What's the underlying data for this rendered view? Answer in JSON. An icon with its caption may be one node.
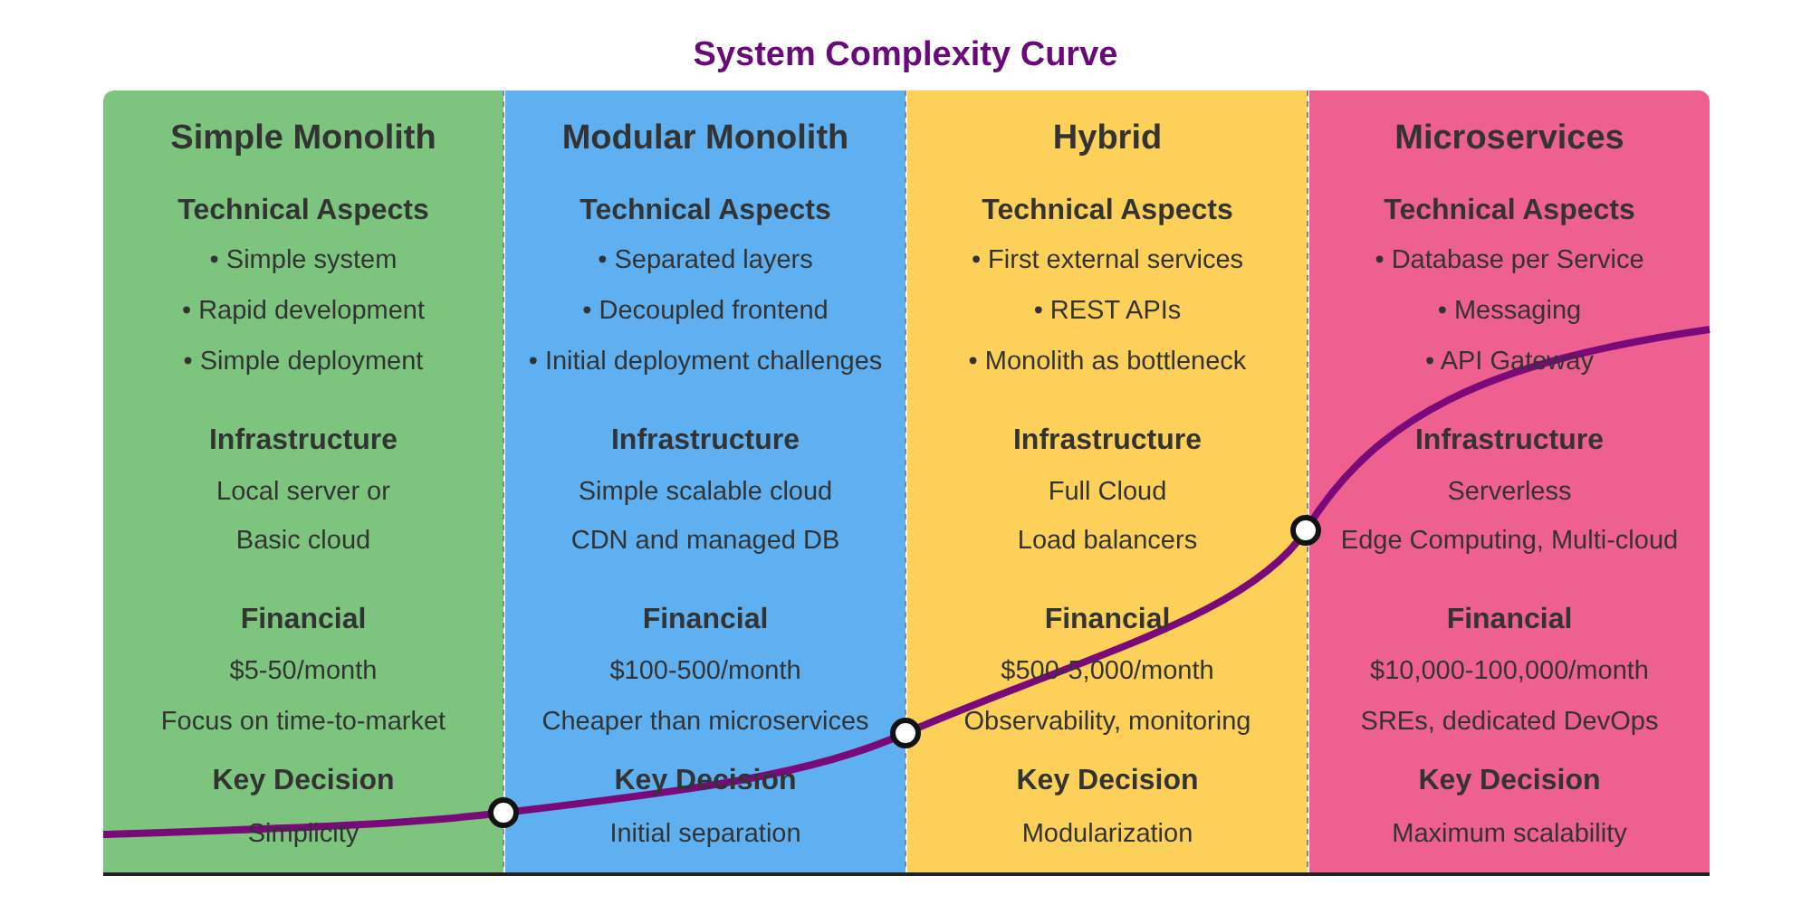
{
  "diagram": {
    "title": "System Complexity Curve",
    "nodes": [
      {
        "text": [
          "Simple Monolith",
          "Technical Aspects",
          "• Simple system",
          "• Rapid development",
          "• Simple deployment",
          "Infrastructure",
          "Local server or",
          "Basic cloud",
          "Financial",
          "$5-50/month",
          "Focus on time-to-market",
          "Key Decision",
          "Simplicity"
        ]
      },
      {
        "text": [
          "Modular Monolith",
          "Technical Aspects",
          "• Separated layers",
          "• Decoupled frontend",
          "• Initial deployment challenges",
          "Infrastructure",
          "Simple scalable cloud",
          "CDN and managed DB",
          "Financial",
          "$100-500/month",
          "Cheaper than microservices",
          "Key Decision",
          "Initial separation"
        ]
      },
      {
        "text": [
          "Hybrid",
          "Technical Aspects",
          "• First external services",
          "• REST APIs",
          "• Monolith as bottleneck",
          "Infrastructure",
          "Full Cloud",
          "Load balancers",
          "Financial",
          "$500-5,000/month",
          "Observability, monitoring",
          "Key Decision",
          "Modularization"
        ]
      },
      {
        "text": [
          "Microservices",
          "Technical Aspects",
          "• Database per Service",
          "• Messaging",
          "• API Gateway",
          "Infrastructure",
          "Serverless",
          "Edge Computing, Multi-cloud",
          "Financial",
          "$10,000-100,000/month",
          "SREs, dedicated DevOps",
          "Key Decision",
          "Maximum scalability"
        ]
      }
    ],
    "edges": []
  }
}
